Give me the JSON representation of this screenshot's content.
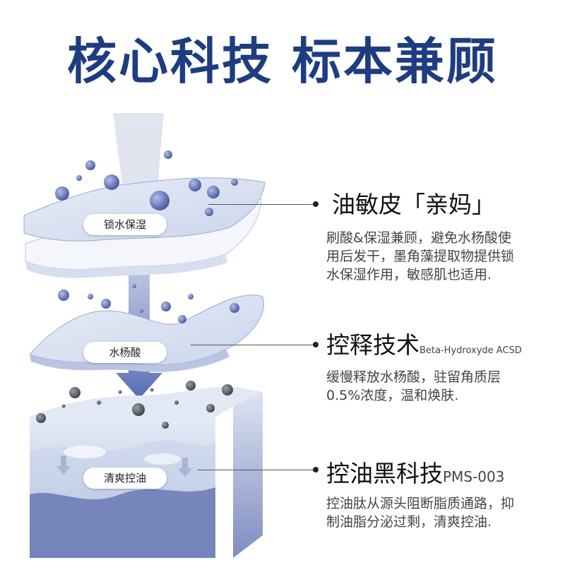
{
  "title": {
    "part1": "核心科技",
    "part2": "标本兼顾"
  },
  "layers": [
    {
      "label": "锁水保湿"
    },
    {
      "label": "水杨酸"
    },
    {
      "label": "清爽控油"
    }
  ],
  "features": [
    {
      "heading": "油敏皮「亲妈」",
      "code": "",
      "desc": "刷酸&保湿兼顾，避免水杨酸使用后发干，墨角藻提取物提供锁水保湿作用，敏感肌也适用."
    },
    {
      "heading": "控释技术",
      "code": "Beta-Hydroxyde ACSD",
      "desc": "缓慢释放水杨酸，驻留角质层0.5%浓度，温和焕肤."
    },
    {
      "heading": "控油黑科技",
      "code": "PMS-003",
      "desc": "控油肽从源头阻断脂质通路，抑制油脂分泌过剩，清爽控油."
    }
  ],
  "colors": {
    "title": "#1e3d80",
    "layer_blue": "#6f7fb8",
    "bubble": "#5b6cb0"
  }
}
